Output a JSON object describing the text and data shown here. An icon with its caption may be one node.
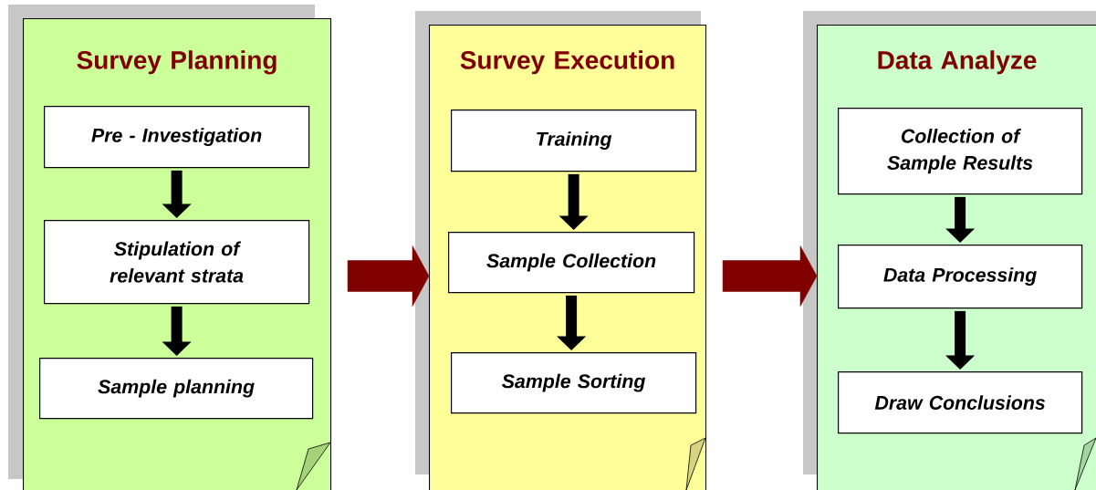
{
  "diagram": {
    "nodes": [
      {
        "text": [
          "Survey Planning"
        ]
      },
      {
        "text": [
          "Pre - Investigation"
        ],
        "in": 0
      },
      {
        "text": [
          "Stipulation of relevant strata"
        ],
        "in": 0
      },
      {
        "text": [
          "Sample planning"
        ],
        "in": 0
      },
      {
        "text": [
          "Survey Execution"
        ]
      },
      {
        "text": [
          "Training"
        ],
        "in": 4
      },
      {
        "text": [
          "Sample Collection"
        ],
        "in": 4
      },
      {
        "text": [
          "Sample Sorting"
        ],
        "in": 4
      },
      {
        "text": [
          "Data Analyze"
        ]
      },
      {
        "text": [
          "Collection of Sample Results"
        ],
        "in": 8
      },
      {
        "text": [
          "Data Processing"
        ],
        "in": 8
      },
      {
        "text": [
          "Draw Conclusions"
        ],
        "in": 8
      }
    ],
    "edges": [
      {
        "from": 1,
        "to": 2,
        "arrow": "to"
      },
      {
        "from": 2,
        "to": 3,
        "arrow": "to"
      },
      {
        "from": 0,
        "to": 4,
        "arrow": "to",
        "style": "thick",
        "color": "#800000"
      },
      {
        "from": 5,
        "to": 6,
        "arrow": "to"
      },
      {
        "from": 6,
        "to": 7,
        "arrow": "to"
      },
      {
        "from": 4,
        "to": 8,
        "arrow": "to",
        "style": "thick",
        "color": "#800000"
      },
      {
        "from": 9,
        "to": 10,
        "arrow": "to"
      },
      {
        "from": 10,
        "to": 11,
        "arrow": "to"
      }
    ]
  }
}
